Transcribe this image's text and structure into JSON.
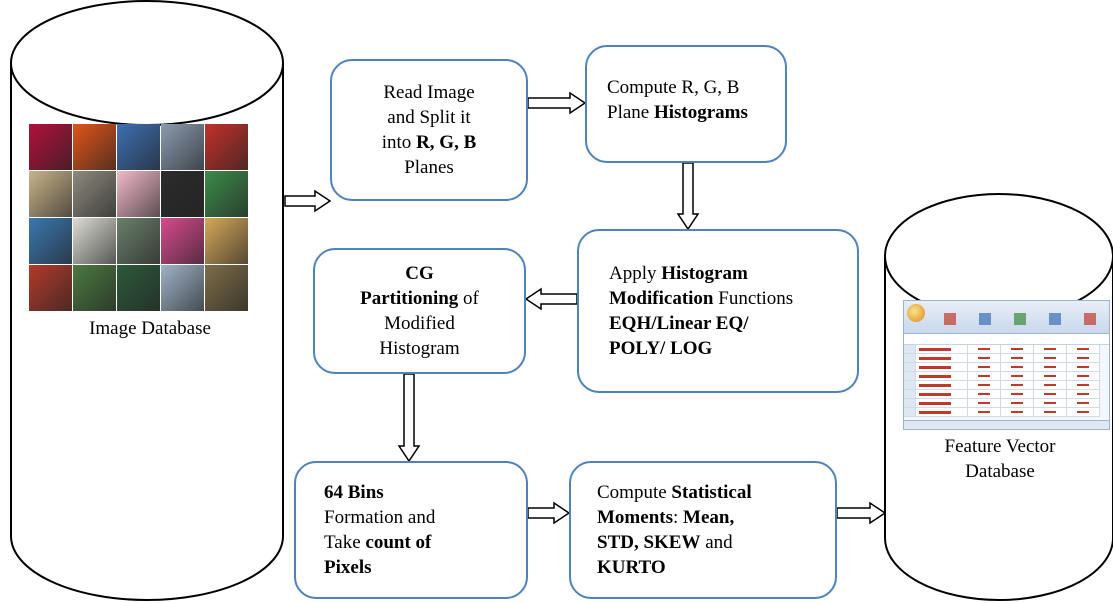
{
  "colors": {
    "box_border": "#4f81bd",
    "line": "#000000"
  },
  "image_database": {
    "caption": "Image Database"
  },
  "feature_db": {
    "caption_line1": "Feature Vector",
    "caption_line2": "Database"
  },
  "boxes": {
    "read_image": {
      "l1": "Read Image",
      "l2": "and Split it",
      "l3_pre": "into ",
      "l3_bold": "R, G, B",
      "l4": "Planes"
    },
    "compute_hist": {
      "l1": "Compute R, G, B",
      "l2_pre": "Plane ",
      "l2_bold": "Histograms"
    },
    "apply_mod": {
      "l1_pre": "Apply ",
      "l1_bold": "Histogram",
      "l2_bold": "Modification",
      "l2_post": " Functions",
      "l3": "EQH/Linear EQ/",
      "l4": "POLY/ LOG"
    },
    "cg_partition": {
      "l1": "CG",
      "l2_bold": "Partitioning",
      "l2_post": " of",
      "l3": "Modified",
      "l4": "Histogram"
    },
    "bins": {
      "l1_bold": "64 Bins",
      "l2": "Formation and",
      "l3_pre": "Take ",
      "l3_bold": "count of",
      "l4": "Pixels"
    },
    "moments": {
      "l1_pre": "Compute ",
      "l1_bold": "Statistical",
      "l2_bold": "Moments",
      "l2_mid": ": ",
      "l2_bold2": "Mean,",
      "l3_bold": "STD, SKEW",
      "l3_post": " and",
      "l4": "KURTO"
    }
  },
  "thumbnails": [
    "#b0113a",
    "#e0541a",
    "#3d6fb2",
    "#8a9bb0",
    "#c2312a",
    "#c9b48a",
    "#8d8a7d",
    "#f1b9c9",
    "#2b2b2b",
    "#3d8a4a",
    "#3a78b0",
    "#dcdcd4",
    "#6a7f6a",
    "#d84a8e",
    "#d6a85a",
    "#b23a2a",
    "#4a7a40",
    "#2c5a3a",
    "#9fb3c8",
    "#7d6d48"
  ]
}
